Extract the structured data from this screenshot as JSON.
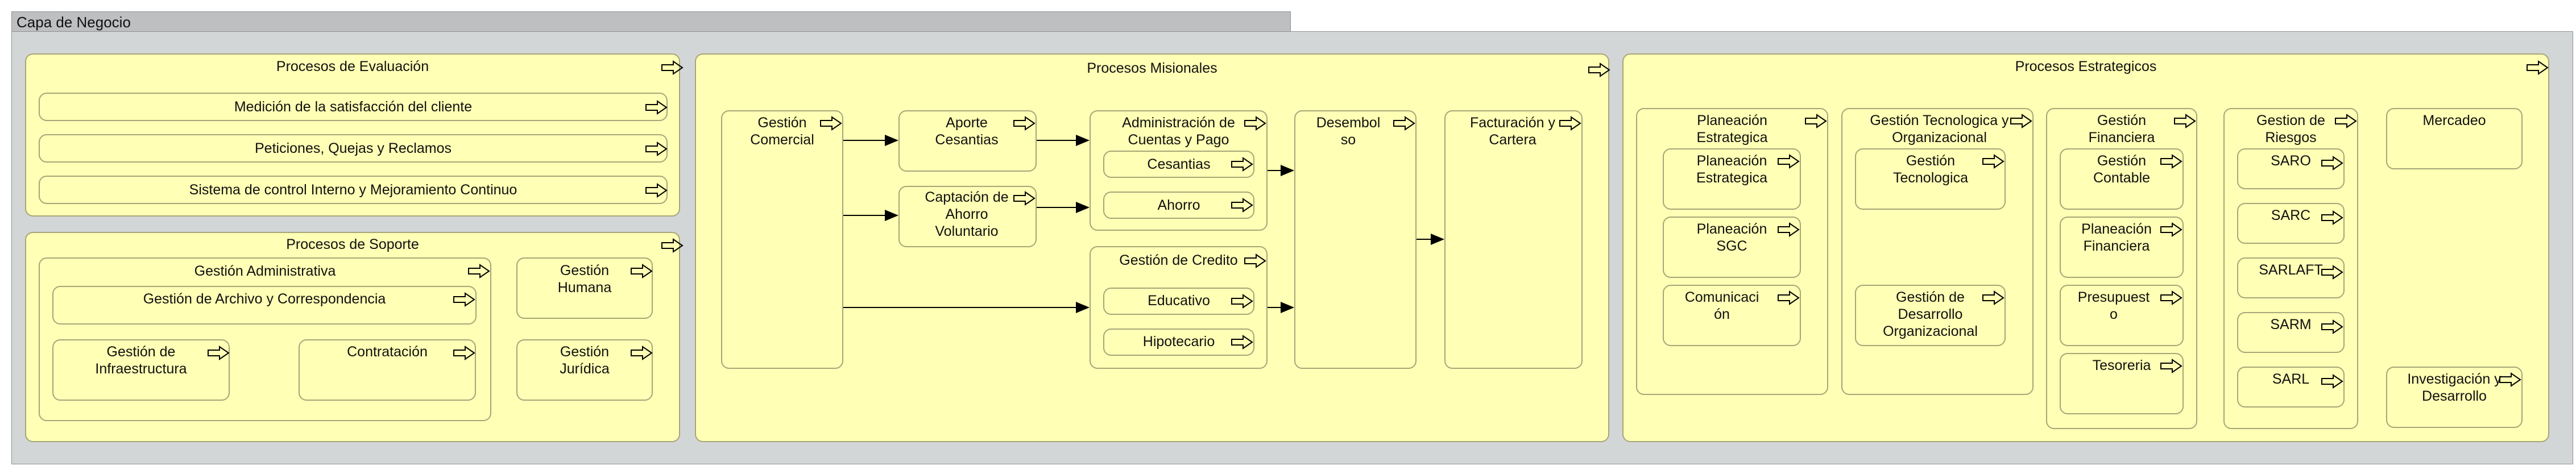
{
  "layer": {
    "title": "Capa de Negocio"
  },
  "evaluacion": {
    "title": "Procesos de Evaluación",
    "items": [
      "Medición de la satisfacción del cliente",
      "Peticiones, Quejas y Reclamos",
      "Sistema de control Interno y Mejoramiento Continuo"
    ]
  },
  "soporte": {
    "title": "Procesos de Soporte",
    "admin": {
      "title": "Gestión Administrativa",
      "archivo": "Gestión de Archivo y Correspondencia",
      "infra": "Gestión de Infraestructura",
      "contratacion": "Contratación"
    },
    "humana": "Gestión Humana",
    "juridica": "Gestión Jurídica"
  },
  "misionales": {
    "title": "Procesos Misionales",
    "comercial": "Gestión Comercial",
    "aporte": "Aporte Cesantias",
    "captacion": "Captación de Ahorro Voluntario",
    "admin_cuentas": "Administración de Cuentas  y Pago",
    "cesantias": "Cesantias",
    "ahorro": "Ahorro",
    "credito": "Gestión de Credito",
    "educativo": "Educativo",
    "hipotecario": "Hipotecario",
    "desembolso": "Desembolso",
    "facturacion": "Facturación y Cartera"
  },
  "estrategicos": {
    "title": "Procesos Estrategicos",
    "planeacion": {
      "title": "Planeación Estrategica",
      "items": [
        "Planeación Estrategica",
        "Planeación SGC",
        "Comunicación"
      ]
    },
    "tecnologica": {
      "title": "Gestión Tecnologica y Organizacional",
      "items": [
        "Gestión Tecnologica",
        "Gestión de Desarrollo Organizacional"
      ]
    },
    "financiera": {
      "title": "Gestión Financiera",
      "items": [
        "Gestión Contable",
        "Planeación Financiera",
        "Presupuesto",
        "Tesoreria"
      ]
    },
    "riesgos": {
      "title": "Gestion de Riesgos",
      "items": [
        "SARO",
        "SARC",
        "SARLAFT",
        "SARM",
        "SARL"
      ]
    },
    "mercadeo": "Mercadeo",
    "investigacion": "Investigación y Desarrollo"
  }
}
